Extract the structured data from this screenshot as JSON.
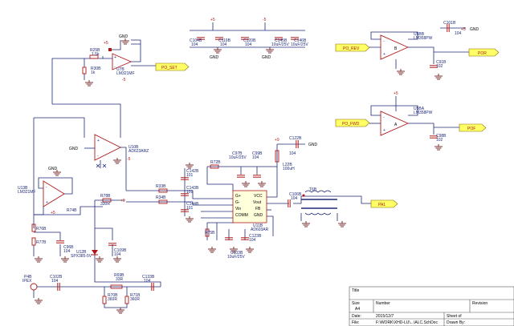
{
  "components": {
    "U7B": {
      "ref": "U7B",
      "part": "LM321MF"
    },
    "U10B": {
      "ref": "U10B",
      "part": "AD623ARZ"
    },
    "U13B": {
      "ref": "U13B",
      "part": "LM321MF"
    },
    "U11B": {
      "ref": "U11B",
      "part": "AD603AR"
    },
    "U5BB": {
      "ref": "U5BB",
      "part": "LM358PW",
      "unit": "B"
    },
    "U5BA": {
      "ref": "U5BA",
      "part": "LM358PW",
      "unit": "A"
    },
    "U12B": {
      "ref": "U12B",
      "part": "SPX385-5V"
    },
    "T6B": {
      "ref": "T6B"
    },
    "P4B": {
      "ref": "P4B",
      "value": "IPEX"
    },
    "L22B": {
      "ref": "L22B",
      "value": "100uH"
    },
    "R25B": {
      "ref": "R25B",
      "value": "1.5k"
    },
    "R30B": {
      "ref": "R30B",
      "value": "1k"
    },
    "R33B": {
      "ref": "R33B"
    },
    "R34B": {
      "ref": "R34B"
    },
    "R72B": {
      "ref": "R72B"
    },
    "R74B": {
      "ref": "R74B"
    },
    "R75B": {
      "ref": "R75B"
    },
    "R76B": {
      "ref": "R76B"
    },
    "R77B": {
      "ref": "R77B"
    },
    "R78B": {
      "ref": "R78B",
      "value": "330R"
    },
    "R69B": {
      "ref": "R69B",
      "value": "33R"
    },
    "R70B": {
      "ref": "R70B",
      "value": "360R"
    },
    "R71B": {
      "ref": "R71B",
      "value": "360R"
    },
    "C104B": {
      "ref": "C104B",
      "value": "104"
    },
    "C119B": {
      "ref": "C119B",
      "value": "104"
    },
    "C120B": {
      "ref": "C120B",
      "value": "104"
    },
    "C145B": {
      "ref": "C145B",
      "value": "10uF/25V"
    },
    "C146B": {
      "ref": "C146B",
      "value": "10uF/25V"
    },
    "C101B": {
      "ref": "C101B",
      "value": "104"
    },
    "C91B": {
      "ref": "C91B",
      "value": "102"
    },
    "C98B": {
      "ref": "C98B",
      "value": "102"
    },
    "C97B": {
      "ref": "C97B",
      "value": "10uF/25V"
    },
    "C99B": {
      "ref": "C99B",
      "value": "104"
    },
    "C122B": {
      "ref": "C122B",
      "value": "104"
    },
    "C142B": {
      "ref": "C142B",
      "value": "101"
    },
    "C143B": {
      "ref": "C143B",
      "value": "101"
    },
    "C144B": {
      "ref": "C144B",
      "value": "101"
    },
    "C106B": {
      "ref": "C106B",
      "value": "104"
    },
    "C123B": {
      "ref": "C123B",
      "value": "104"
    },
    "C103B": {
      "ref": "C103B",
      "value": "10uF/25V"
    },
    "C96B": {
      "ref": "C96B",
      "value": "104"
    },
    "C109B": {
      "ref": "C109B",
      "value": "104"
    },
    "C102B": {
      "ref": "C102B",
      "value": "104"
    },
    "C133B": {
      "ref": "C133B",
      "value": "104"
    }
  },
  "ad603_pins": [
    "G+",
    "G-",
    "Vin",
    "COMM",
    "VCC",
    "Vout",
    "FB",
    "GND"
  ],
  "ports": {
    "po_set": "PO_SET",
    "po_rev": "PO_REV",
    "po_fwd": "PO_FWD",
    "por": "POR",
    "pof": "POF",
    "pa1": "PA1"
  },
  "power": {
    "gnd": "GND",
    "vplus": "+5",
    "vminus": "-5"
  },
  "title_block": {
    "title_label": "Title",
    "size_label": "Size",
    "size_value": "A4",
    "number_label": "Number",
    "revision_label": "Revision",
    "date_label": "Date:",
    "date_value": "2015/12/7",
    "file_label": "File:",
    "file_value": "F:\\WORK\\XHD-LU\\...\\ALC.SchDoc",
    "sheet_label": "Sheet    of",
    "drawn_label": "Drawn By:"
  },
  "colors": {
    "wire": "#1e2a78",
    "component": "#b01818",
    "ground": "#6b1b1b",
    "port_fill": "#ffff66"
  }
}
